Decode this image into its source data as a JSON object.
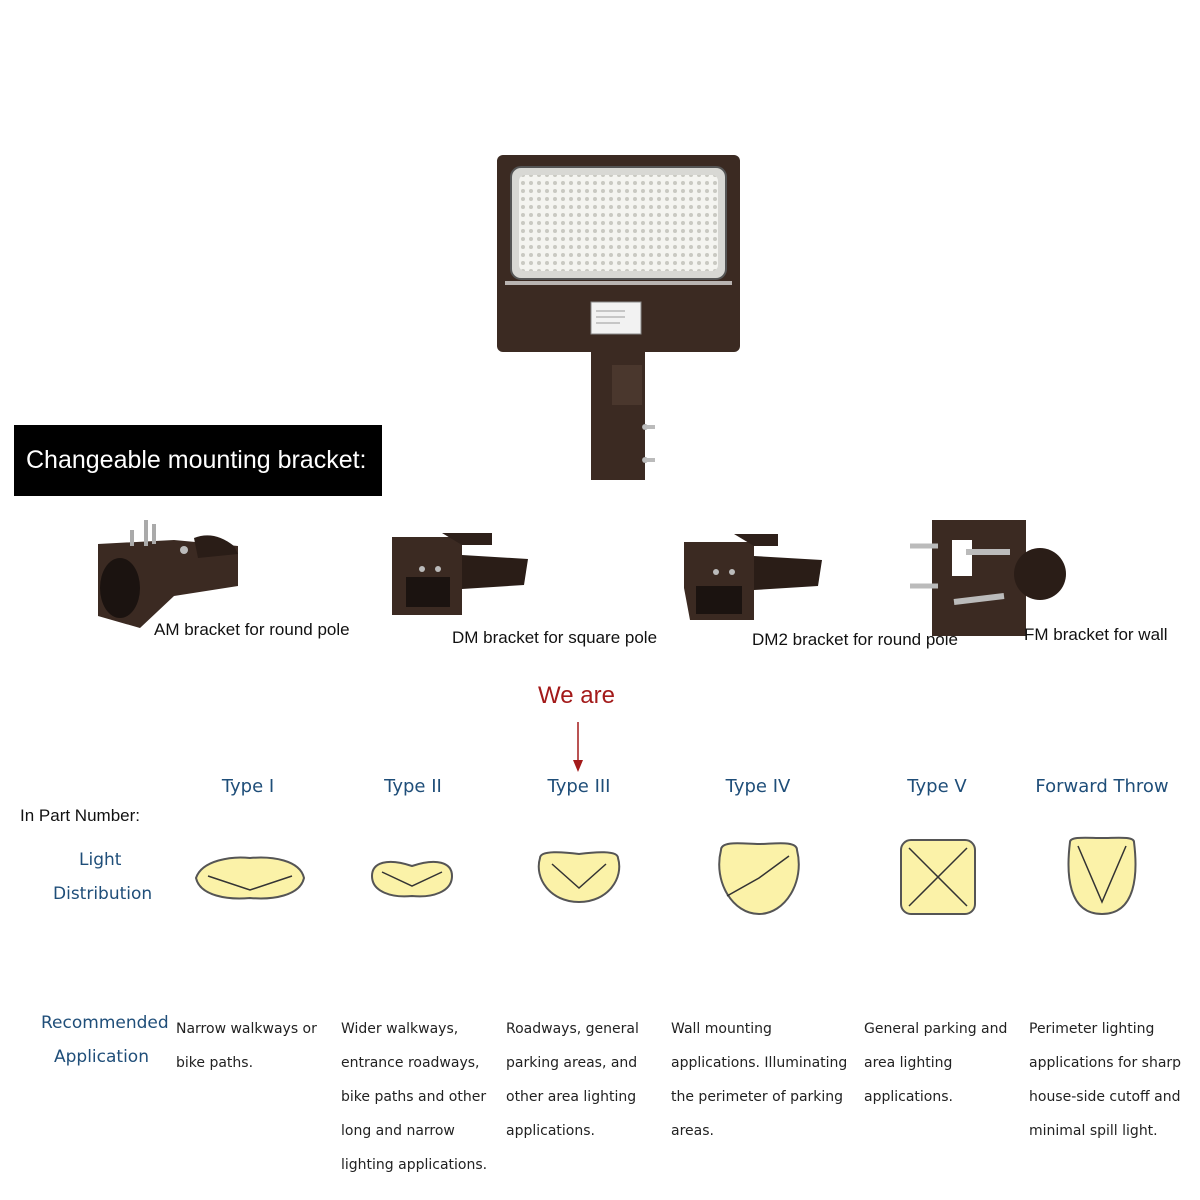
{
  "banner": {
    "text": "Changeable mounting bracket:"
  },
  "brackets": [
    {
      "label": "AM bracket for round pole",
      "icon": "am-bracket-image"
    },
    {
      "label": "DM bracket for square pole",
      "icon": "dm-bracket-image"
    },
    {
      "label": "DM2 bracket for round pole",
      "icon": "dm2-bracket-image"
    },
    {
      "label": "FM bracket for wall",
      "icon": "fm-bracket-image"
    }
  ],
  "callout": {
    "text": "We are",
    "color": "#a31a1a"
  },
  "table": {
    "part_number_label": "In Part Number:",
    "light_label": [
      "Light",
      "Distribution"
    ],
    "application_label": [
      "Recommended",
      "Application"
    ],
    "types": [
      {
        "name": "Type I",
        "lines": [
          "Narrow walkways or",
          "bike paths."
        ]
      },
      {
        "name": "Type II",
        "lines": [
          "Wider walkways,",
          "entrance roadways,",
          "bike paths and other",
          "long and narrow",
          "lighting applications."
        ]
      },
      {
        "name": "Type III",
        "lines": [
          "Roadways, general",
          "parking areas, and",
          "other area lighting",
          "applications."
        ]
      },
      {
        "name": "Type IV",
        "lines": [
          "Wall mounting",
          "applications.  Illuminating",
          "the perimeter of parking",
          "areas."
        ]
      },
      {
        "name": "Type V",
        "lines": [
          "General parking and",
          "area lighting",
          "applications."
        ]
      },
      {
        "name": "Forward Throw",
        "lines": [
          "Perimeter lighting",
          "applications for sharp",
          "house-side cutoff and",
          "minimal spill light."
        ]
      }
    ]
  },
  "colors": {
    "heading_blue": "#1f4e79",
    "light_fill": "#fbf2a8",
    "fixture_body": "#3b2a22"
  }
}
